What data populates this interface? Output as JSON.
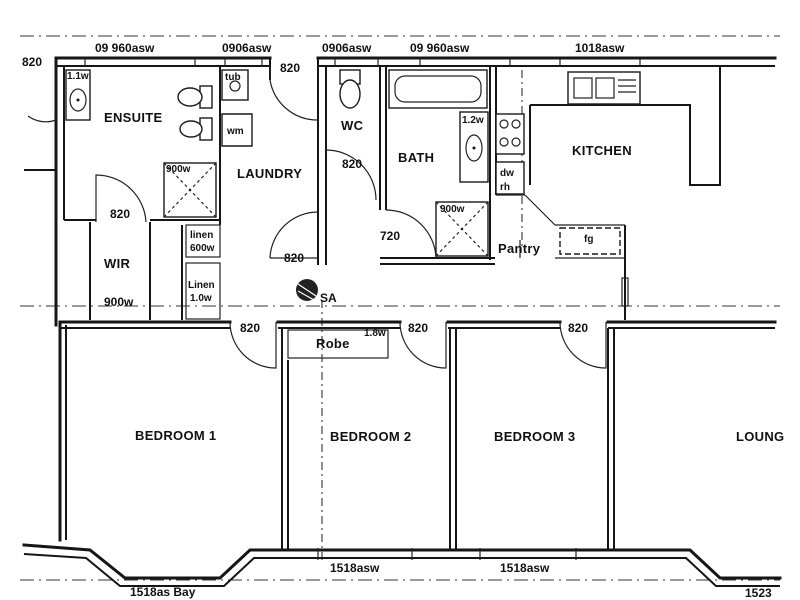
{
  "rooms": {
    "ensuite": "ENSUITE",
    "laundry": "LAUNDRY",
    "wc": "WC",
    "bath": "BATH",
    "kitchen": "KITCHEN",
    "wir": "WIR",
    "pantry": "Pantry",
    "robe": "Robe",
    "bedroom1": "BEDROOM 1",
    "bedroom2": "BEDROOM 2",
    "bedroom3": "BEDROOM 3",
    "lounge": "LOUNG"
  },
  "dimensions": {
    "top_left": "820",
    "window_1": "09 960asw",
    "window_2": "0906asw",
    "window_3": "0906asw",
    "window_4": "09 960asw",
    "window_5": "1018asw",
    "laundry_door_top": "820",
    "ensuite_door": "820",
    "wc_door": "820",
    "bath_door": "720",
    "laundry_door": "820",
    "wir_window": "900w",
    "bed1_door": "820",
    "bed2_door": "820",
    "bed3_door": "820",
    "bottom_window_1": "1518asw",
    "bottom_window_2": "1518asw",
    "bay_window": "1518as Bay",
    "corner_right": "1523"
  },
  "fixtures": {
    "basin_ensuite": "1.1w",
    "shower_ensuite": "900w",
    "shower_bath": "900w",
    "basin_bath": "1.2w",
    "tub": "tub",
    "washing_machine": "wm",
    "dishwasher": "dw",
    "linen_1": "linen",
    "linen_1_size": "600w",
    "linen_2": "Linen",
    "linen_2_size": "1.0w",
    "robe_size": "1.8w",
    "fridge": "fg",
    "range_hood": "rh",
    "smoke_alarm": "SA"
  }
}
